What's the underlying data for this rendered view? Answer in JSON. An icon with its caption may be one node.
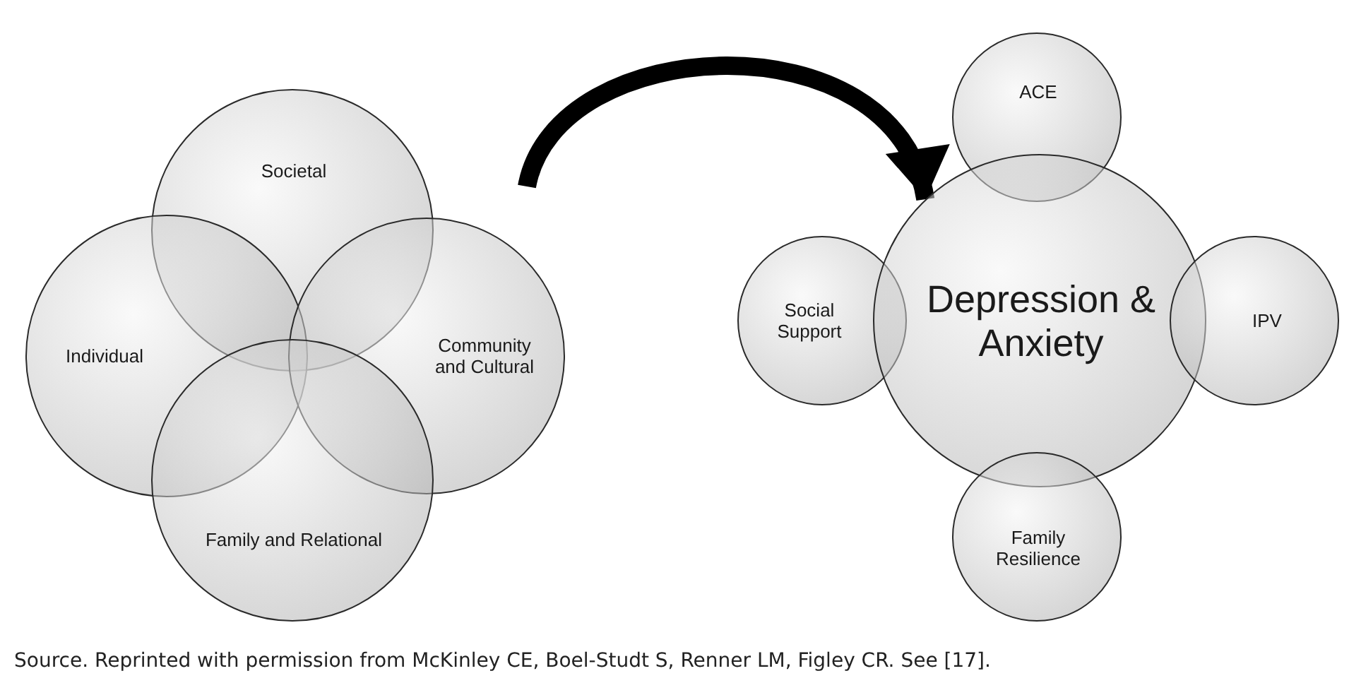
{
  "diagram": {
    "caption": "Source. Reprinted with permission from McKinley CE, Boel-Studt S, Renner LM, Figley CR. See [17].",
    "nodes": [
      {
        "text": [
          "Societal"
        ]
      },
      {
        "text": [
          "Individual"
        ]
      },
      {
        "text": [
          "Community and Cultural"
        ]
      },
      {
        "text": [
          "Family and Relational"
        ]
      },
      {
        "text": [
          "ACE"
        ]
      },
      {
        "text": [
          "Social Support"
        ]
      },
      {
        "text": [
          "Depression & Anxiety"
        ]
      },
      {
        "text": [
          "IPV"
        ]
      },
      {
        "text": [
          "Family Resilience"
        ]
      }
    ],
    "edges": [
      {
        "from": null,
        "to": 6,
        "arrow": "to"
      }
    ]
  }
}
